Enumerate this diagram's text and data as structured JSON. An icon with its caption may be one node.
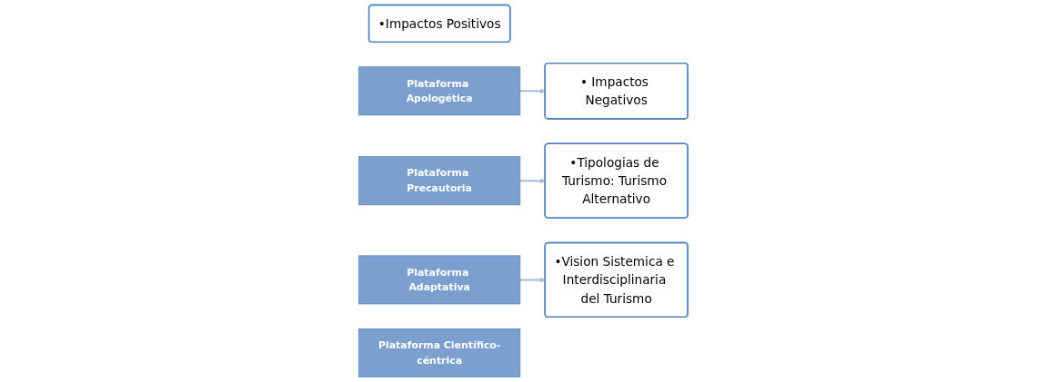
{
  "diagram": {
    "nodes": [
      {
        "text": [
          "•Impactos Positivos"
        ]
      },
      {
        "text": [
          "Plataforma Apologética"
        ]
      },
      {
        "text": [
          "• Impactos Negativos"
        ]
      },
      {
        "text": [
          "Plataforma Precautoria"
        ]
      },
      {
        "text": [
          "•Tipologias de Turismo: Turismo Alternativo"
        ]
      },
      {
        "text": [
          "Plataforma Adaptativa"
        ]
      },
      {
        "text": [
          "•Vision Sistemica e Interdisciplinaria del Turismo"
        ]
      },
      {
        "text": [
          "Plataforma Científico-céntrica"
        ]
      }
    ],
    "edges": [
      {
        "from": 1,
        "to": 2,
        "arrow": "to"
      },
      {
        "from": 3,
        "to": 4,
        "arrow": "to"
      },
      {
        "from": 5,
        "to": 6,
        "arrow": "to"
      }
    ]
  }
}
